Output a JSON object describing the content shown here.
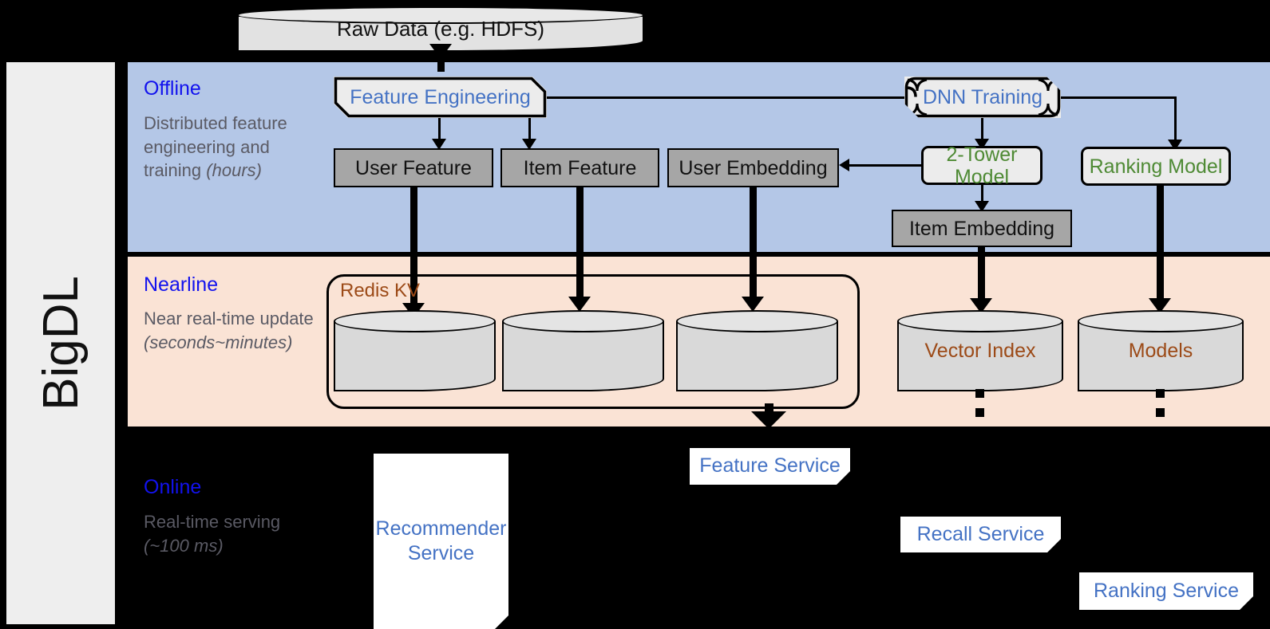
{
  "rail": {
    "label": "BigDL"
  },
  "lanes": [
    {
      "id": "offline",
      "title": "Offline",
      "sub_line1": "Distributed feature engineering and training ",
      "sub_em": "(hours)"
    },
    {
      "id": "nearline",
      "title": "Nearline",
      "sub_line1": "Near real-time update ",
      "sub_em": "(seconds~minutes)"
    },
    {
      "id": "online",
      "title": "Online",
      "sub_line1": "Real-time serving ",
      "sub_em": "(~100 ms)"
    }
  ],
  "source": {
    "label": "Raw Data (e.g. HDFS)"
  },
  "offline": {
    "feature_engineering": "Feature Engineering",
    "dnn_training": "DNN Training",
    "user_feature": "User Feature",
    "item_feature": "Item Feature",
    "user_embedding": "User Embedding",
    "two_tower_model": "2-Tower Model",
    "ranking_model": "Ranking Model",
    "item_embedding": "Item Embedding"
  },
  "nearline": {
    "redis_group": "Redis KV",
    "store_user_feature": "",
    "store_item_feature": "",
    "store_user_embedding": "",
    "vector_index": "Vector Index",
    "models": "Models"
  },
  "online": {
    "recommender_service": "Recommender Service",
    "feature_service": "Feature Service",
    "recall_service": "Recall Service",
    "ranking_service": "Ranking Service"
  },
  "colors": {
    "offline_bg": "#b4c7e7",
    "nearline_bg": "#fae3d5",
    "online_bg": "#000000",
    "rail_bg": "#eeeeee",
    "lane_title": "#1212ee",
    "lane_sub": "#5a5a64",
    "blue_text": "#4472c4",
    "green_text": "#4e8a34",
    "brown_text": "#9c4a17",
    "gray_box": "#a6a6a6",
    "proc_box": "#ececec",
    "cylinder": "#d9d9d9"
  }
}
